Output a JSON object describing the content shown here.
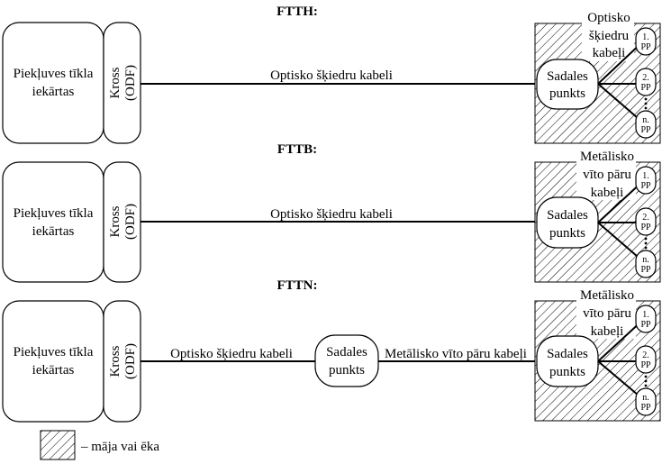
{
  "sections": [
    {
      "title": "FTTH:",
      "equipment": [
        "Piekļuves tīkla",
        "iekārtas"
      ],
      "cross": [
        "Kross",
        "(ODF)"
      ],
      "main_cable": "Optisko šķiedru kabeli",
      "house_cable": [
        "Optisko",
        "šķiedru",
        "kabeļi"
      ],
      "point": [
        "Sadales",
        "punkts"
      ],
      "pp": [
        [
          "1.",
          "PP"
        ],
        [
          "2.",
          "PP"
        ],
        [
          "n.",
          "PP"
        ]
      ]
    },
    {
      "title": "FTTB:",
      "equipment": [
        "Piekļuves tīkla",
        "iekārtas"
      ],
      "cross": [
        "Kross",
        "(ODF)"
      ],
      "main_cable": "Optisko šķiedru kabeli",
      "house_cable": [
        "Metālisko",
        "vīto pāru",
        "kabeļi"
      ],
      "point": [
        "Sadales",
        "punkts"
      ],
      "pp": [
        [
          "1.",
          "PP"
        ],
        [
          "2.",
          "PP"
        ],
        [
          "n.",
          "PP"
        ]
      ]
    },
    {
      "title": "FTTN:",
      "equipment": [
        "Piekļuves tīkla",
        "iekārtas"
      ],
      "cross": [
        "Kross",
        "(ODF)"
      ],
      "main_cable": "Optisko šķiedru kabeli",
      "mid_point": [
        "Sadales",
        "punkts"
      ],
      "mid_cable": "Metālisko vīto pāru kabeļi",
      "house_cable": [
        "Metālisko",
        "vīto pāru",
        "kabeļi"
      ],
      "point": [
        "Sadales",
        "punkts"
      ],
      "pp": [
        [
          "1.",
          "PP"
        ],
        [
          "2.",
          "PP"
        ],
        [
          "n.",
          "PP"
        ]
      ]
    }
  ],
  "legend": {
    "text": "– māja vai ēka"
  }
}
